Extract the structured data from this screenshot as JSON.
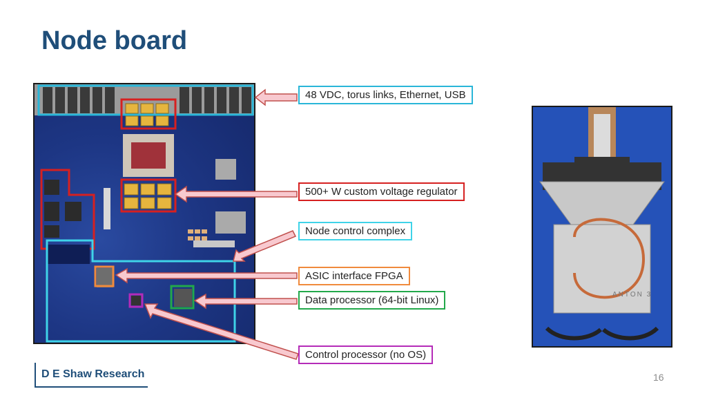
{
  "slide": {
    "title": "Node board",
    "page_number": "16"
  },
  "callouts": [
    {
      "label": "48 VDC, torus links, Ethernet, USB",
      "color": "#29b6d8"
    },
    {
      "label": "500+ W custom voltage regulator",
      "color": "#d62020"
    },
    {
      "label": "Node control complex",
      "color": "#3fd3e8"
    },
    {
      "label": "ASIC interface FPGA",
      "color": "#f08a3c"
    },
    {
      "label": "Data processor (64-bit Linux)",
      "color": "#22a84a"
    },
    {
      "label": "Control processor (no OS)",
      "color": "#b42bb8"
    }
  ],
  "board_photo": {
    "engraving": "ANTON 3"
  },
  "logo": {
    "text": "D E Shaw Research"
  },
  "colors": {
    "title": "#1f4e79",
    "arrow_fill": "#f8c9cf",
    "arrow_stroke": "#c0504d"
  }
}
